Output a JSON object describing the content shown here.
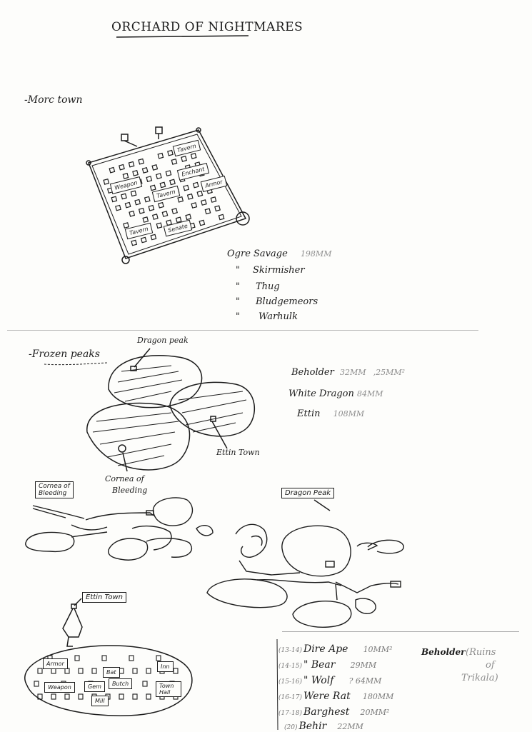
{
  "title": "ORCHARD OF NIGHTMARES",
  "sections": {
    "morc": {
      "heading": "-Morc town",
      "buildings": [
        "Tavern",
        "Weapon",
        "Enchant",
        "Tavern",
        "Armor",
        "Tavern",
        "Senate"
      ],
      "monsters": [
        {
          "ditto": "",
          "name": "Ogre Savage",
          "size": "198MM"
        },
        {
          "ditto": "\"",
          "name": "Skirmisher",
          "size": ""
        },
        {
          "ditto": "\"",
          "name": "Thug",
          "size": ""
        },
        {
          "ditto": "\"",
          "name": "Bludgemeors",
          "size": ""
        },
        {
          "ditto": "\"",
          "name": "Warhulk",
          "size": ""
        }
      ]
    },
    "frozen": {
      "heading": "-Frozen peaks",
      "labels": {
        "dragon_peak": "Dragon peak",
        "ettin_town": "Ettin Town",
        "cornea_1": "Cornea of",
        "cornea_2": "Bleeding"
      },
      "monsters": [
        {
          "name": "Beholder",
          "size": "32MM",
          "extra": ",25MM²"
        },
        {
          "name": "White Dragon",
          "size": "84MM",
          "extra": ""
        },
        {
          "name": "Ettin",
          "size": "108MM",
          "extra": ""
        }
      ]
    },
    "dungeons": {
      "cornea_box_1": "Cornea of",
      "cornea_box_2": "Bleeding",
      "dragon_box": "Dragon Peak"
    },
    "ettin": {
      "box": "Ettin Town",
      "buildings": [
        "Armor",
        "Inn",
        "Bat",
        "Weapon",
        "Gem",
        "Butch",
        "Town Hall",
        "Mill"
      ]
    },
    "table": {
      "rows": [
        {
          "lvl": "(13-14)",
          "name": "Dire Ape",
          "size": "10MM²"
        },
        {
          "lvl": "(14-15)",
          "name": "\" Bear",
          "size": "29MM"
        },
        {
          "lvl": "(15-16)",
          "name": "\" Wolf",
          "size": "? 64MM"
        },
        {
          "lvl": "(16-17)",
          "name": "Were Rat",
          "size": "180MM"
        },
        {
          "lvl": "(17-18)",
          "name": "Barghest",
          "size": "20MM²"
        },
        {
          "lvl": "(20)",
          "name": "Behir",
          "size": "22MM"
        }
      ],
      "side_name": "Beholder",
      "side_note_1": "(Ruins",
      "side_note_2": "of",
      "side_note_3": "Trikala)"
    }
  }
}
